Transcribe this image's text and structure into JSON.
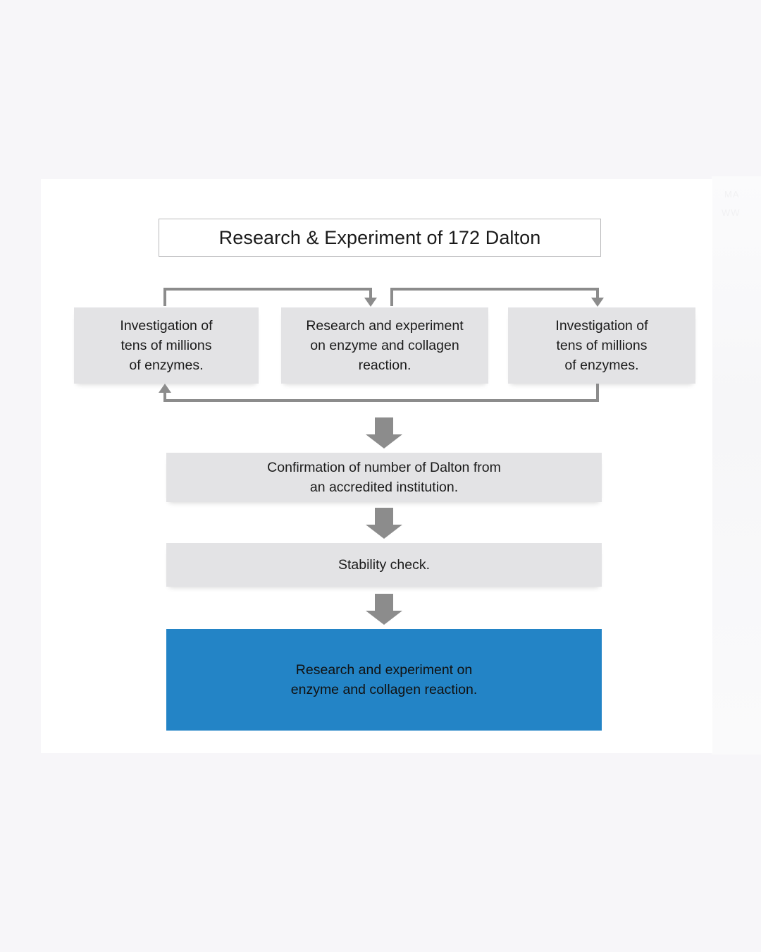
{
  "canvas": {
    "background_color": "#f7f6f9",
    "card_background": "#ffffff"
  },
  "diagram": {
    "title": "Research & Experiment of 172 Dalton",
    "nodes": {
      "left": "Investigation of\ntens of millions\nof enzymes.",
      "middle": "Research and experiment\non enzyme and collagen\nreaction.",
      "right": "Investigation of\ntens of millions\nof enzymes.",
      "confirmation": "Confirmation of number of Dalton from\nan accredited institution.",
      "stability": "Stability check.",
      "result": "Research and experiment on\nenzyme and collagen reaction."
    },
    "colors": {
      "node_fill": "#e3e3e5",
      "result_fill": "#2384c6",
      "connector": "#8c8c8c",
      "title_border": "#b9b9bb",
      "text": "#1b1b1b"
    }
  },
  "background_marks": {
    "mark_one": "MA",
    "mark_two": "WW"
  }
}
